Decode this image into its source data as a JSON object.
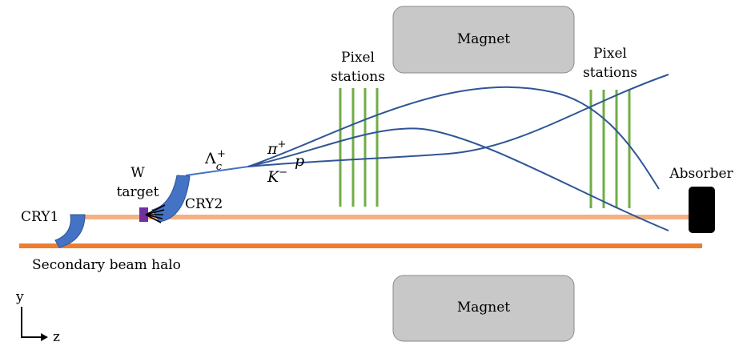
{
  "labels": {
    "magnet_top": "Magnet",
    "magnet_bottom": "Magnet",
    "pixel1_line1": "Pixel",
    "pixel1_line2": "stations",
    "pixel2_line1": "Pixel",
    "pixel2_line2": "stations",
    "absorber": "Absorber",
    "w_target_line1": "W",
    "w_target_line2": "target",
    "cry1": "CRY1",
    "cry2": "CRY2",
    "halo": "Secondary beam halo",
    "axis_y": "y",
    "axis_z": "z"
  },
  "particles": {
    "lambda_base": "Λ",
    "lambda_sub": "c",
    "lambda_sup": "+",
    "pion_base": "π",
    "pion_sup": "+",
    "kaon_base": "K",
    "kaon_sup": "−",
    "proton": "p"
  },
  "colors": {
    "magnet_fill": "#c8c8c8",
    "magnet_stroke": "#8a8a8a",
    "pixel_station": "#70ad47",
    "track": "#2f5597",
    "track_light": "#4472c4",
    "crystal": "#4472c4",
    "halo_beam": "#ed7d31",
    "secondary_beam": "#f4b183",
    "target": "#7030a0",
    "absorber": "#000000"
  }
}
